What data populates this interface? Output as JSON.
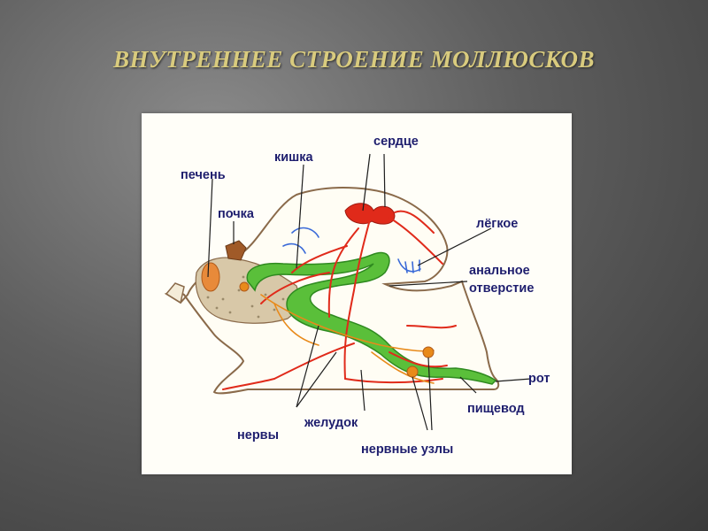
{
  "slide": {
    "title": "ВНУТРЕННЕЕ СТРОЕНИЕ МОЛЛЮСКОВ"
  },
  "diagram": {
    "labels": {
      "liver": "печень",
      "intestine": "кишка",
      "heart": "сердце",
      "kidney": "почка",
      "lung": "лёгкое",
      "anus_line1": "анальное",
      "anus_line2": "отверстие",
      "mouth": "рот",
      "esophagus": "пищевод",
      "nerves": "нервы",
      "stomach": "желудок",
      "ganglia": "нервные узлы"
    },
    "colors": {
      "body_outline": "#8a6a4a",
      "blood_vessels": "#e02a1a",
      "digestive_tract": "#3cb43c",
      "nerves": "#e88a1a",
      "lung_vessels": "#3a6ad8",
      "liver": "#d8c8a8",
      "label_text": "#1e1e6e",
      "title_text": "#d9cb7e"
    }
  }
}
